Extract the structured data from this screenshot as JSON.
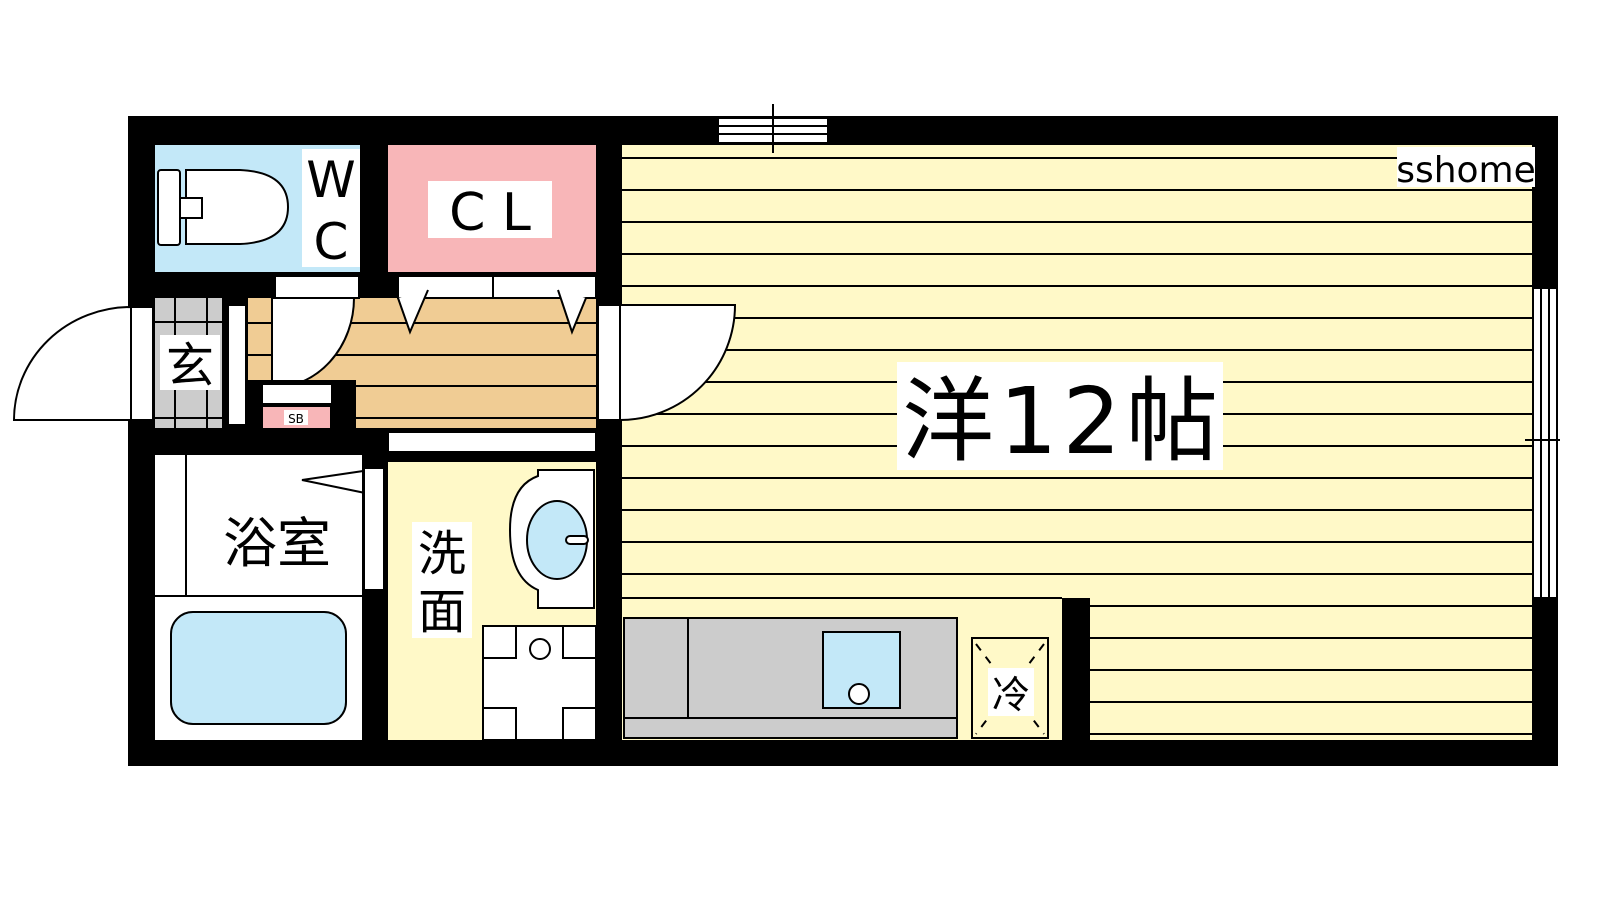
{
  "floorplan": {
    "rooms": {
      "wc": "W",
      "wc2": "C",
      "closet": "C L",
      "entrance": "玄",
      "shoe_box": "SB",
      "bathroom": "浴室",
      "washroom_1": "洗",
      "washroom_2": "面",
      "main_room": "洋12帖",
      "fridge": "冷"
    },
    "watermark": "sshome",
    "colors": {
      "wall": "#000000",
      "wc": "#c3e8f8",
      "closet": "#f8b6b8",
      "hall": "#f0cc94",
      "room": "#fff9c8",
      "kitchen": "#cccccc"
    }
  }
}
